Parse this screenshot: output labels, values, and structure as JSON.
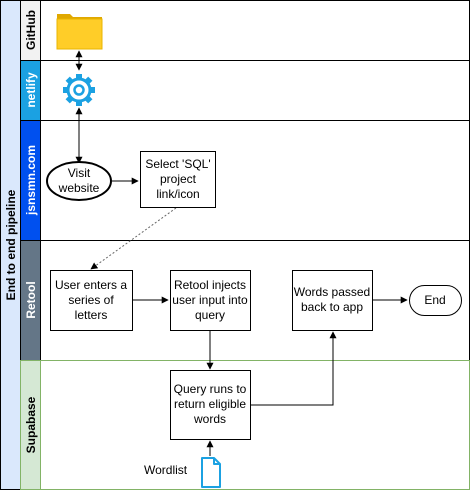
{
  "pool": {
    "title": "End to end pipeline"
  },
  "lanes": {
    "github": "GitHub",
    "netlify": "netlify",
    "jsnsmn": "jsnsmn.com",
    "retool": "Retool",
    "supabase": "Supabase"
  },
  "nodes": {
    "visit": [
      "Visit",
      "website"
    ],
    "select": [
      "Select 'SQL'",
      "project",
      "link/icon"
    ],
    "user_enters": [
      "User enters a",
      "series of",
      "letters"
    ],
    "retool_injects": [
      "Retool injects",
      "user input into",
      "query"
    ],
    "words_passed": [
      "Words passed",
      "back to app"
    ],
    "end": "End",
    "query_runs": [
      "Query runs to",
      "return eligible",
      "words"
    ],
    "wordlist": "Wordlist"
  },
  "icons": {
    "github": "folder-icon",
    "netlify": "gear-icon",
    "wordlist": "document-icon"
  },
  "colors": {
    "github_lane": "#f2f2f2",
    "netlify_lane": "#1ba1e2",
    "jsnsmn_lane": "#0050ef",
    "retool_lane": "#647687",
    "supabase_lane": "#d5e8d4",
    "supabase_border": "#82b366",
    "folder": "#ffcd28",
    "gear": "#1ba1e2"
  }
}
